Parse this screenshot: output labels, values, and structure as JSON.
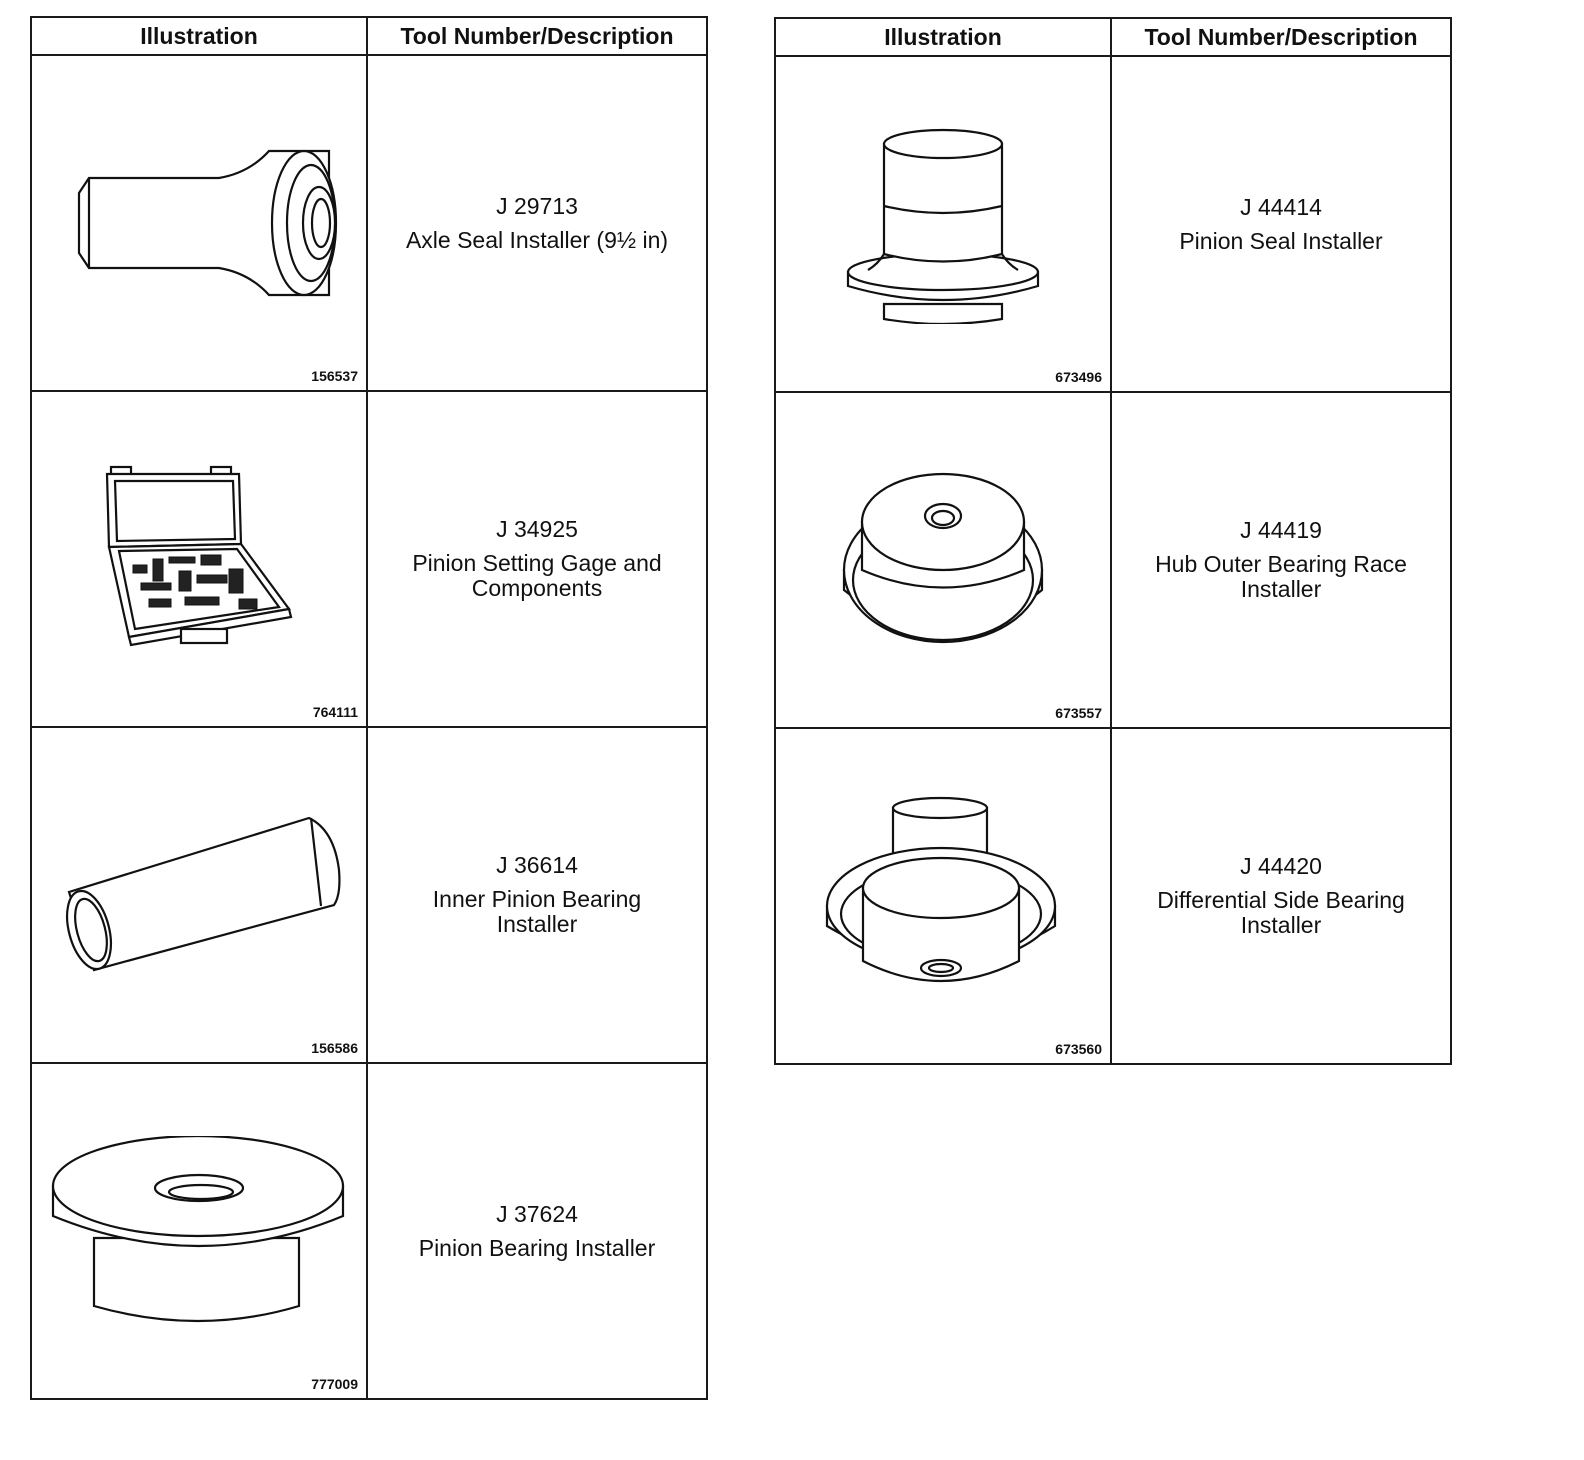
{
  "header": {
    "illustration": "Illustration",
    "tool": "Tool Number/Description"
  },
  "left": [
    {
      "fig": "156537",
      "number": "J 29713",
      "desc": "Axle Seal Installer (9½ in)",
      "icon": "axle-seal-installer-icon"
    },
    {
      "fig": "764111",
      "number": "J 34925",
      "desc": "Pinion Setting Gage and Components",
      "icon": "pinion-gage-case-icon"
    },
    {
      "fig": "156586",
      "number": "J 36614",
      "desc": "Inner Pinion Bearing Installer",
      "icon": "tube-installer-icon"
    },
    {
      "fig": "777009",
      "number": "J 37624",
      "desc": "Pinion Bearing Installer",
      "icon": "flanged-disc-installer-icon"
    }
  ],
  "right": [
    {
      "fig": "673496",
      "number": "J 44414",
      "desc": "Pinion Seal Installer",
      "icon": "pinion-seal-installer-icon"
    },
    {
      "fig": "673557",
      "number": "J 44419",
      "desc": "Hub Outer Bearing Race Installer",
      "icon": "race-installer-icon"
    },
    {
      "fig": "673560",
      "number": "J 44420",
      "desc": "Differential Side Bearing Installer",
      "icon": "side-bearing-installer-icon"
    }
  ]
}
